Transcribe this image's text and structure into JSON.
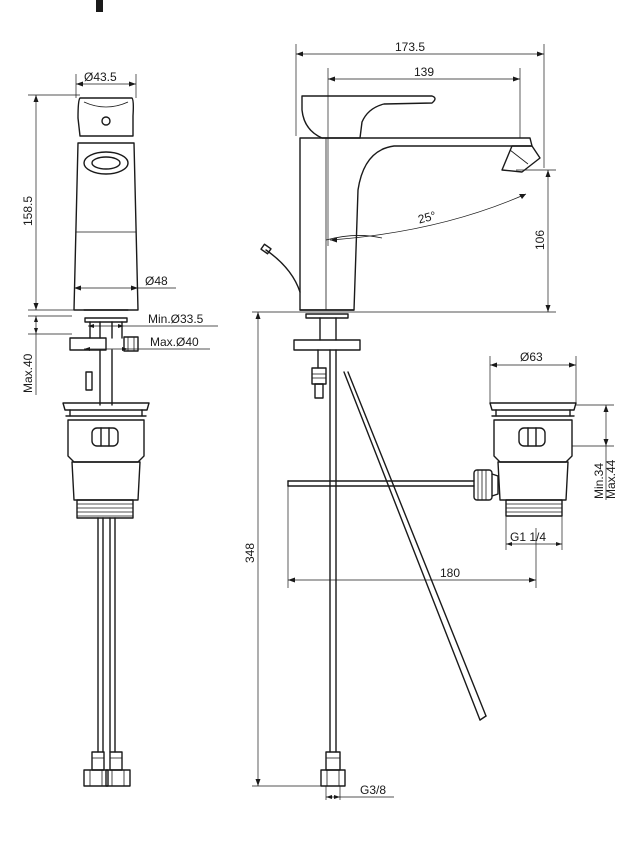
{
  "dimensions": {
    "top_diameter": "Ø43.5",
    "body_height": "158.5",
    "base_diameter": "Ø48",
    "min_hole": "Min.Ø33.5",
    "max_hole": "Max.Ø40",
    "max_thickness": "Max.40",
    "overall_width": "173.5",
    "spout_length": "139",
    "spout_height": "106",
    "swivel_angle": "25°",
    "overall_length": "348",
    "waste_diameter": "Ø63",
    "waste_min": "Min.34",
    "waste_max": "Max.44",
    "waste_thread": "G1 1/4",
    "rod_length": "180",
    "inlet_thread": "G3/8"
  }
}
